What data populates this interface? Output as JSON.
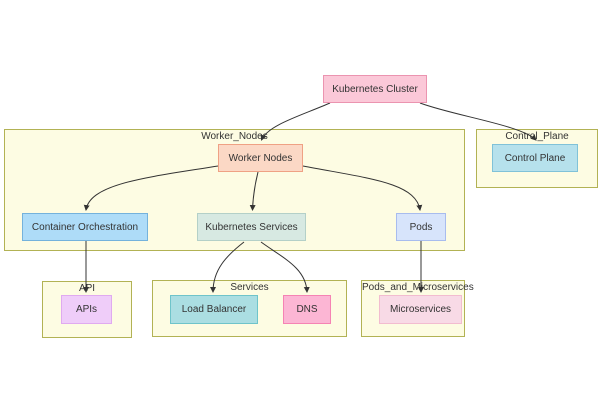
{
  "diagram": {
    "type": "flowchart",
    "root_node": "Kubernetes Cluster",
    "nodes": {
      "kubernetes_cluster": {
        "label": "Kubernetes Cluster"
      },
      "worker_nodes": {
        "label": "Worker Nodes"
      },
      "container_orchestration": {
        "label": "Container Orchestration"
      },
      "kubernetes_services": {
        "label": "Kubernetes Services"
      },
      "pods": {
        "label": "Pods"
      },
      "control_plane": {
        "label": "Control Plane"
      },
      "apis": {
        "label": "APIs"
      },
      "load_balancer": {
        "label": "Load Balancer"
      },
      "dns": {
        "label": "DNS"
      },
      "microservices": {
        "label": "Microservices"
      }
    },
    "clusters": {
      "worker_nodes_group": {
        "label": "Worker_Nodes"
      },
      "control_plane_group": {
        "label": "Control_Plane"
      },
      "api_group": {
        "label": "API"
      },
      "services_group": {
        "label": "Services"
      },
      "pods_and_microservices_group": {
        "label": "Pods_and_Microservices"
      }
    },
    "edges": [
      {
        "from": "Kubernetes Cluster",
        "to": "Worker Nodes"
      },
      {
        "from": "Kubernetes Cluster",
        "to": "Control Plane"
      },
      {
        "from": "Worker Nodes",
        "to": "Container Orchestration"
      },
      {
        "from": "Worker Nodes",
        "to": "Kubernetes Services"
      },
      {
        "from": "Worker Nodes",
        "to": "Pods"
      },
      {
        "from": "Container Orchestration",
        "to": "APIs"
      },
      {
        "from": "Kubernetes Services",
        "to": "Load Balancer"
      },
      {
        "from": "Kubernetes Services",
        "to": "DNS"
      },
      {
        "from": "Pods",
        "to": "Microservices"
      }
    ]
  },
  "colors": {
    "background": "#ffffff",
    "text": "#333333",
    "edge": "#333333",
    "cluster_fill": "#fdfce3",
    "cluster_border": "#b2b254",
    "kubernetes_cluster_fill": "#fbc8d8",
    "kubernetes_cluster_border": "#eb94b0",
    "worker_nodes_fill": "#fbd8c5",
    "worker_nodes_border": "#efa184",
    "container_orchestration_fill": "#aedcf8",
    "container_orchestration_border": "#74b2dc",
    "kubernetes_services_fill": "#d7e9e2",
    "kubernetes_services_border": "#b4d0c8",
    "pods_fill": "#d7e4fb",
    "pods_border": "#a8bcee",
    "control_plane_fill": "#b6e1ec",
    "control_plane_border": "#80c2d8",
    "apis_fill": "#efcdf9",
    "apis_border": "#e0aaf0",
    "load_balancer_fill": "#abdee2",
    "load_balancer_border": "#6fc4ca",
    "dns_fill": "#fcb6d4",
    "dns_border": "#f583b4",
    "microservices_fill": "#f8dae6",
    "microservices_border": "#f2bcd0"
  }
}
